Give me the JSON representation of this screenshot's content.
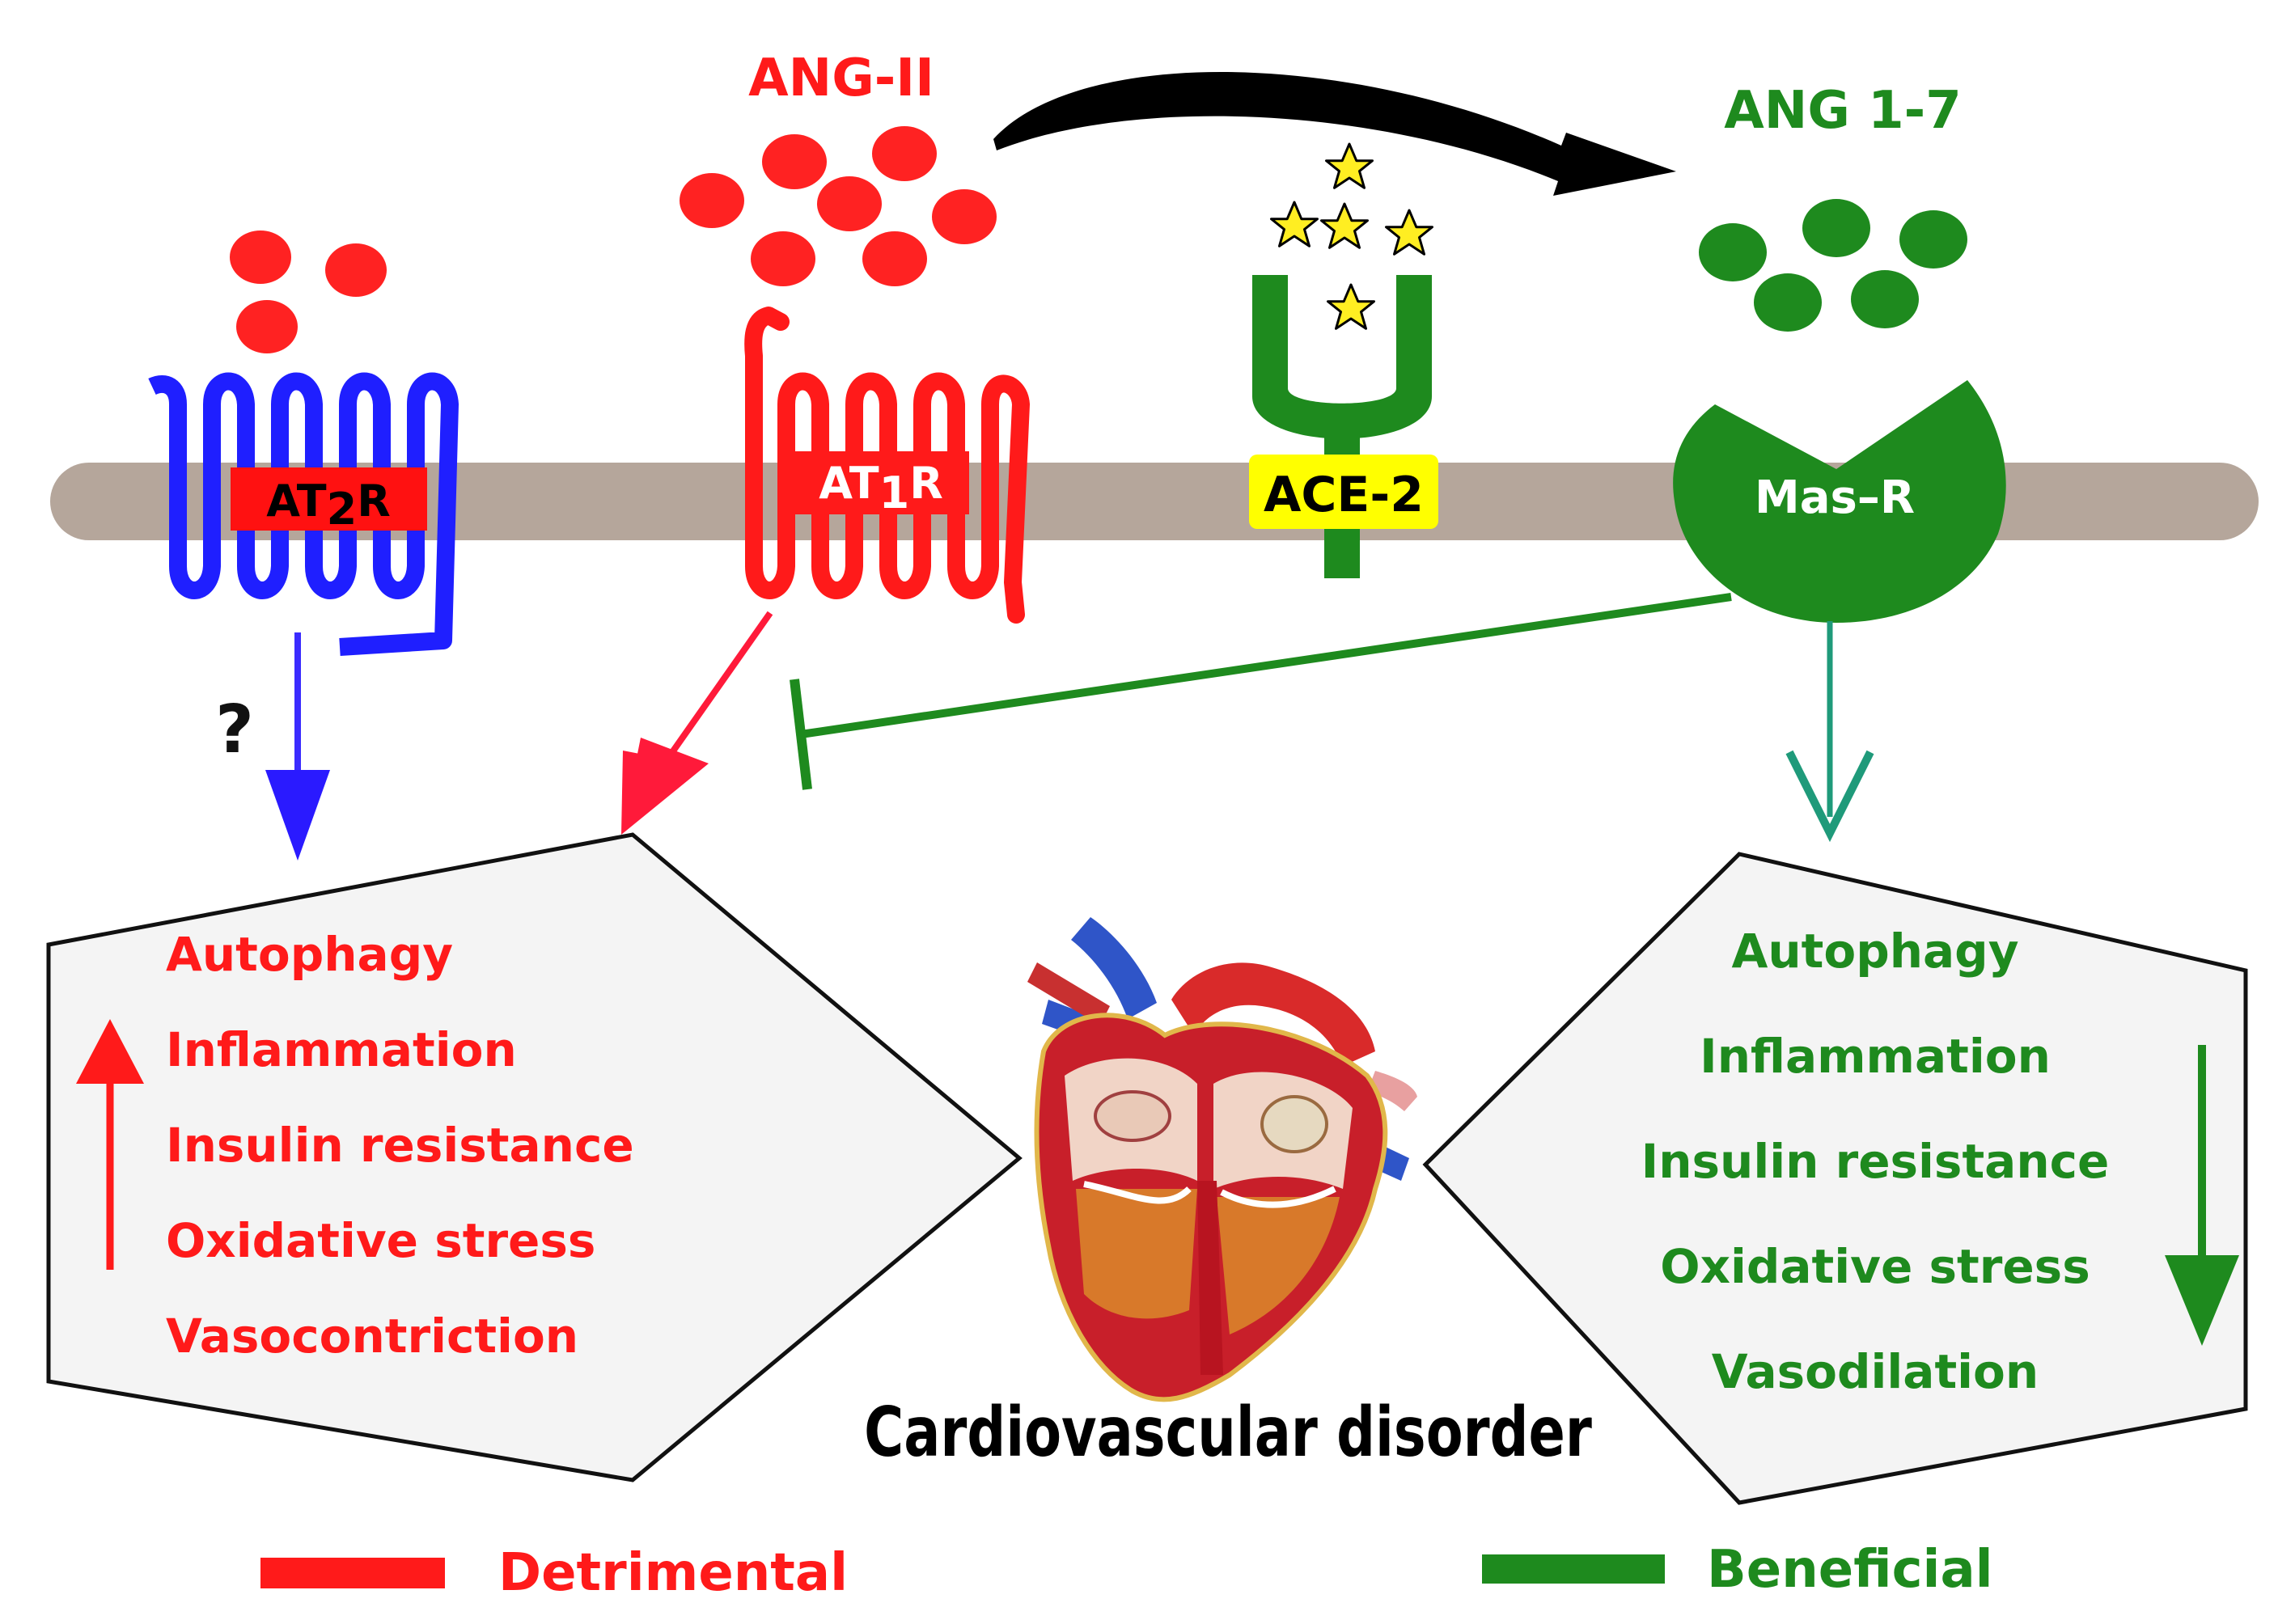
{
  "ligands": {
    "ang2": "ANG-II",
    "ang17": "ANG 1-7"
  },
  "receptors": {
    "at2r": {
      "prefix": "AT",
      "sub": "2",
      "suffix": "R"
    },
    "at1r": {
      "prefix": "AT",
      "sub": "1",
      "suffix": "R"
    },
    "ace2": "ACE-2",
    "masr": "Mas–R"
  },
  "question_mark": "?",
  "detrimental_box": {
    "items": [
      "Autophagy",
      "Inflammation",
      "Insulin resistance",
      "Oxidative stress",
      "Vasocontriction"
    ],
    "trend": "up"
  },
  "beneficial_box": {
    "items": [
      "Autophagy",
      "Inflammation",
      "Insulin resistance",
      "Oxidative stress",
      "Vasodilation"
    ],
    "trend": "down"
  },
  "center_caption": "Cardiovascular disorder",
  "legend": {
    "detrimental": "Detrimental",
    "beneficial": "Beneficial"
  },
  "colors": {
    "detrimental": "#ff1a1a",
    "beneficial": "#1e8a1e",
    "at2r_blue": "#1f1fff",
    "membrane": "#b5a69b",
    "ace2_label_bg": "#ffff00",
    "star": "#ffee22",
    "box_fill": "#f4f4f4"
  }
}
